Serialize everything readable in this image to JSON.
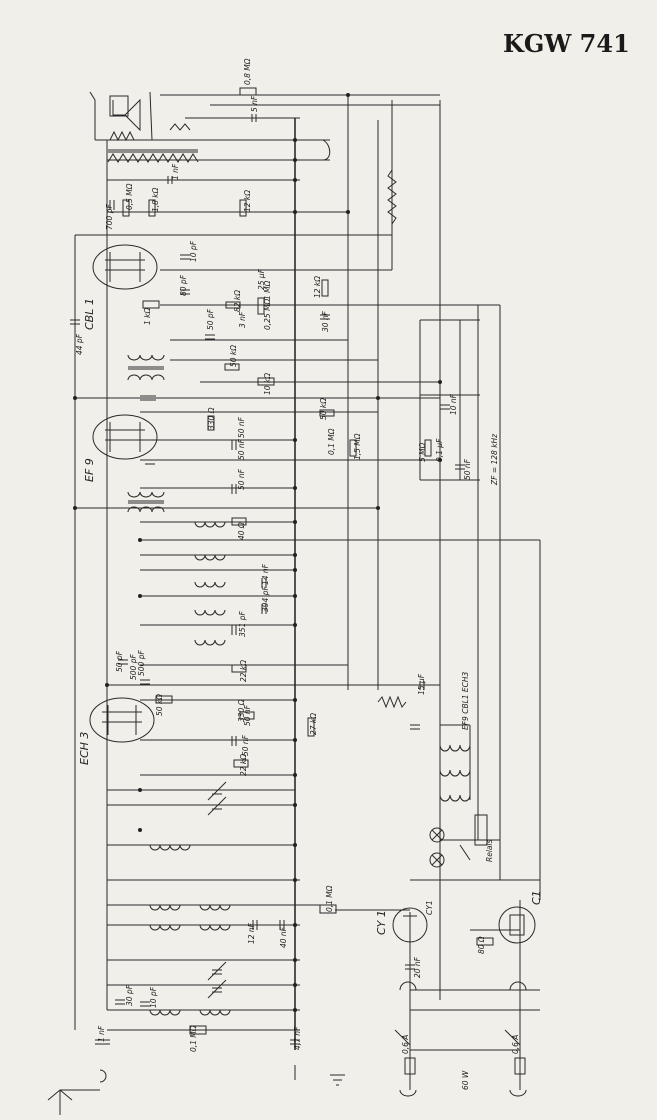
{
  "title": "KGW 741",
  "tubes": {
    "cbl1": "CBL 1",
    "ef9": "EF 9",
    "ech3": "ECH 3",
    "cy1": "CY 1",
    "cy1_small": "CY1",
    "c1": "C1"
  },
  "labels": [
    {
      "t": "0,8 MΩ"
    },
    {
      "t": "5 nF"
    },
    {
      "t": "1 nF"
    },
    {
      "t": "700 pF"
    },
    {
      "t": "0,5 MΩ"
    },
    {
      "t": "1,8 kΩ"
    },
    {
      "t": "12 kΩ"
    },
    {
      "t": "10 pF"
    },
    {
      "t": "80 pF"
    },
    {
      "t": "25 μF"
    },
    {
      "t": "1 MΩ"
    },
    {
      "t": "12 kΩ"
    },
    {
      "t": "1 kΩ"
    },
    {
      "t": "50 pF"
    },
    {
      "t": "82 kΩ"
    },
    {
      "t": "0,25 MΩ"
    },
    {
      "t": "3 nF"
    },
    {
      "t": "30 nF"
    },
    {
      "t": "44 pF"
    },
    {
      "t": "50 kΩ"
    },
    {
      "t": "10 kΩ"
    },
    {
      "t": "330 Ω"
    },
    {
      "t": "50 nF"
    },
    {
      "t": "50 nF"
    },
    {
      "t": "50 kΩ"
    },
    {
      "t": "0,1 MΩ"
    },
    {
      "t": "1,5 MΩ"
    },
    {
      "t": "50 nF"
    },
    {
      "t": "5 MΩ"
    },
    {
      "t": "0,1 μF"
    },
    {
      "t": "10 nF"
    },
    {
      "t": "50 nF"
    },
    {
      "t": "ZF = 128 kHz"
    },
    {
      "t": "40 Ω"
    },
    {
      "t": "14 nF"
    },
    {
      "t": "394 pF"
    },
    {
      "t": "351 pF"
    },
    {
      "t": "500 pF"
    },
    {
      "t": "22 kΩ"
    },
    {
      "t": "15 μF"
    },
    {
      "t": "50 kΩ"
    },
    {
      "t": "330 Ω"
    },
    {
      "t": "50 nF"
    },
    {
      "t": "50 nF"
    },
    {
      "t": "27 kΩ"
    },
    {
      "t": "22 kΩ"
    },
    {
      "t": "50 pF"
    },
    {
      "t": "500 pF"
    },
    {
      "t": "EF9 CBL1 ECH3"
    },
    {
      "t": "Relais"
    },
    {
      "t": "0,1 MΩ"
    },
    {
      "t": "12 nF"
    },
    {
      "t": "40 nF"
    },
    {
      "t": "80 Ω"
    },
    {
      "t": "20 nF"
    },
    {
      "t": "30 pF"
    },
    {
      "t": "10 pF"
    },
    {
      "t": "0,1 MΩ"
    },
    {
      "t": "1 nF"
    },
    {
      "t": "4,7 nF"
    },
    {
      "t": "0,6 A"
    },
    {
      "t": "0,6 A"
    },
    {
      "t": "60 W"
    }
  ]
}
